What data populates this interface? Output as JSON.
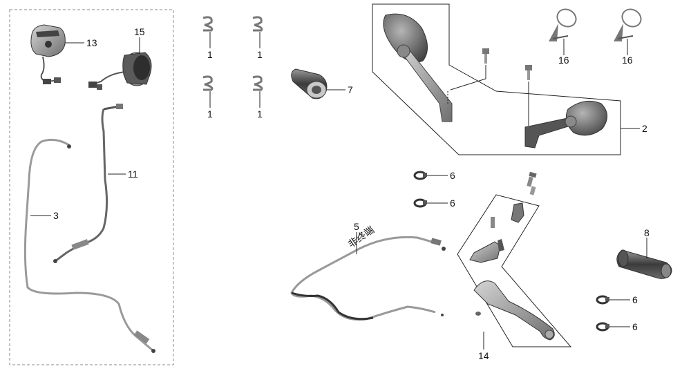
{
  "watermark": "非终端",
  "labels": {
    "l1a": "1",
    "l1b": "1",
    "l1c": "1",
    "l1d": "1",
    "l2": "2",
    "l3": "3",
    "l5": "5",
    "l6a": "6",
    "l6b": "6",
    "l6c": "6",
    "l6d": "6",
    "l7": "7",
    "l8": "8",
    "l11": "11",
    "l13": "13",
    "l14": "14",
    "l15": "15",
    "l16a": "16",
    "l16b": "16"
  },
  "colors": {
    "line": "#222222",
    "part_dark": "#4a4a4a",
    "part_mid": "#7d7d7d",
    "part_light": "#bdbdbd",
    "dashed_box": "#888888"
  }
}
